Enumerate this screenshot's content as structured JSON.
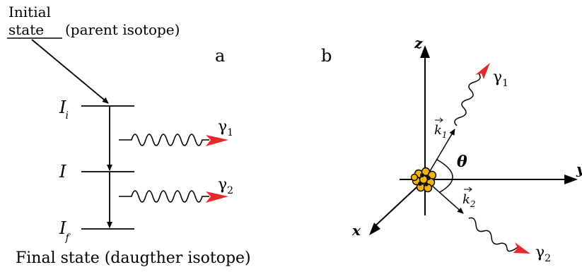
{
  "panel_a": {
    "label": "a",
    "initial_state_line1": "Initial",
    "initial_state_line2": "state",
    "initial_state_note": "(parent isotope)",
    "level_Ii": {
      "main": "I",
      "sub": "i"
    },
    "level_I": {
      "main": "I"
    },
    "level_If": {
      "main": "I",
      "sub": "f"
    },
    "gamma1": {
      "main": "γ",
      "sub": "1"
    },
    "gamma2": {
      "main": "γ",
      "sub": "2"
    },
    "final_state": "Final state (daugther isotope)"
  },
  "panel_b": {
    "label": "b",
    "axis_z": "z",
    "axis_x": "x",
    "axis_y": "y",
    "k1": {
      "main": "k",
      "sub": "1"
    },
    "k2": {
      "main": "k",
      "sub": "2"
    },
    "theta": "θ",
    "gamma1": {
      "main": "γ",
      "sub": "1"
    },
    "gamma2": {
      "main": "γ",
      "sub": "2"
    }
  },
  "colors": {
    "line": "#000000",
    "photon_arrow": "#e8282b",
    "nucleus_fill": "#f3b50b"
  }
}
